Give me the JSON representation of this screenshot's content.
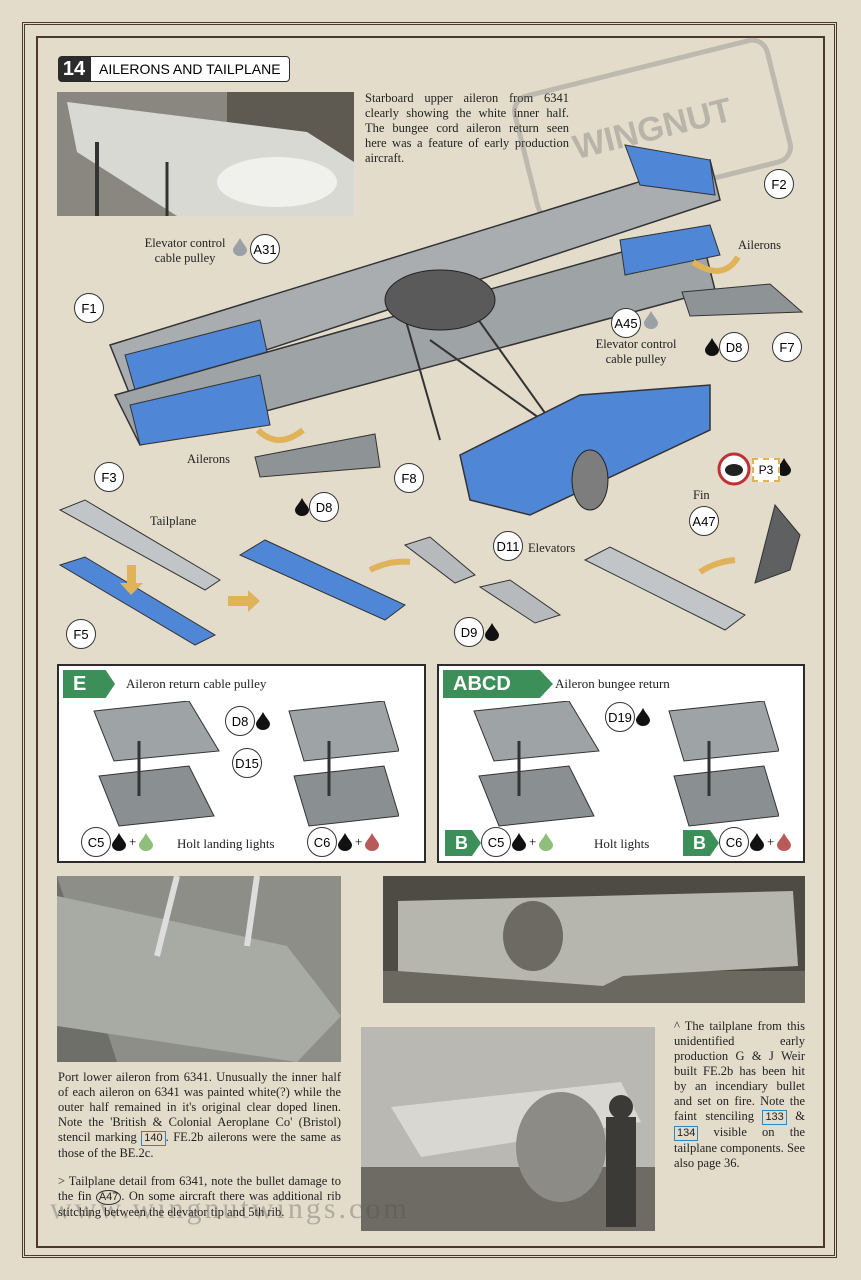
{
  "step": {
    "number": "14",
    "title": "AILERONS AND TAILPLANE"
  },
  "top_caption": "Starboard upper aileron from 6341 clearly showing the white inner half. The bungee cord aileron return seen here was a feature of early production aircraft.",
  "labels": {
    "elevator_pulley_1": "Elevator control cable pulley",
    "elevator_pulley_2": "Elevator control cable pulley",
    "ailerons_right": "Ailerons",
    "ailerons_left": "Ailerons",
    "tailplane": "Tailplane",
    "elevators": "Elevators",
    "fin": "Fin"
  },
  "callouts": {
    "a31": "A31",
    "a45": "A45",
    "f1": "F1",
    "f2": "F2",
    "f3": "F3",
    "f5": "F5",
    "f7": "F7",
    "f8": "F8",
    "d8a": "D8",
    "d8b": "D8",
    "d9": "D9",
    "d11": "D11",
    "a47": "A47",
    "p3": "P3"
  },
  "paint_marks": {
    "d": "d",
    "p": "p",
    "w": "w",
    "v": "v",
    "plus": "+"
  },
  "box_e": {
    "tag": "E",
    "title": "Aileron return cable pulley",
    "d8": "D8",
    "d15": "D15",
    "c5": "C5",
    "c6": "C6",
    "lights": "Holt landing lights"
  },
  "box_abcd": {
    "tag": "ABCD",
    "title": "Aileron bungee return",
    "d19": "D19",
    "c5": "C5",
    "c6": "C6",
    "lights": "Holt lights",
    "b1": "B",
    "b2": "B"
  },
  "port_caption": {
    "before": "Port lower aileron from 6341. Unusually the inner half of each aileron on 6341 was painted white(?) while the outer half remained in it's original clear doped linen. Note the 'British & Colonial Aeroplane Co' (Bristol) stencil marking ",
    "ref": "140",
    "after": ". FE.2b ailerons were the same as those of the BE.2c."
  },
  "tail_caption": {
    "before": "> Tailplane detail from 6341, note the bullet damage to the fin ",
    "ref": "A47",
    "after": ". On some aircraft there was additional rib stitching between the elevator tip and 5th rib."
  },
  "right_caption": {
    "before": "^ The tailplane from this unidentified early production G & J Weir built FE.2b has been hit by an incendiary bullet and set on fire. Note the faint stenciling ",
    "ref1": "133",
    "mid": " & ",
    "ref2": "134",
    "after": " visible on the tailplane components. See also page 36."
  },
  "colors": {
    "blue": "#4f86d6",
    "grey": "#9ea3a6",
    "green": "#3d8f5a",
    "dark": "#2b2b2b",
    "gold": "#e0b25a"
  }
}
